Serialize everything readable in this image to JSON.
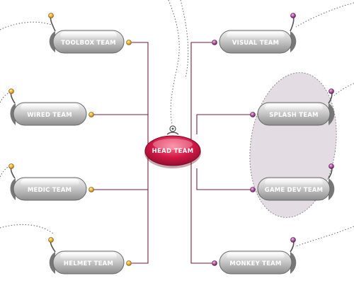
{
  "head": {
    "label": "HEAD TEAM",
    "color": "#d01845"
  },
  "teams": {
    "toolbox": "TOOLBOX TEAM",
    "wired": "WIRED TEAM",
    "medic": "MEDIC TEAM",
    "helmet": "HELMET TEAM",
    "visual": "VISUAL TEAM",
    "splash": "SPLASH TEAM",
    "gamedev": "GAME DEV TEAM",
    "monkey": "MONKEY TEAM"
  },
  "colors": {
    "connector": "#7a1e3a",
    "left_bulb": "#f0b030",
    "right_bulb": "#b04fa0",
    "pill": "#a8a8a8",
    "group_highlight": "#e3dde3"
  }
}
